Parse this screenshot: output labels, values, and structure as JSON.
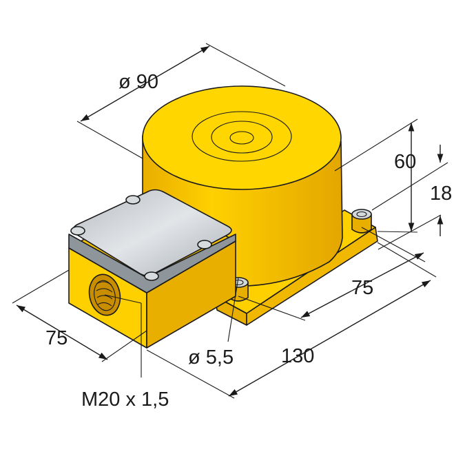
{
  "dimensions": {
    "diameter_90": "ø 90",
    "height_60": "60",
    "height_18": "18",
    "width_75_right": "75",
    "length_130": "130",
    "hole_diameter": "ø 5,5",
    "width_75_left": "75",
    "thread": "M20 x 1,5"
  },
  "colors": {
    "housing_yellow": "#F7C200",
    "housing_yellow_dark": "#E0A800",
    "housing_yellow_light": "#FFD500",
    "lid_grey": "#C9CDD1",
    "lid_grey_dark": "#8E959B",
    "line": "#1A1A1A"
  }
}
